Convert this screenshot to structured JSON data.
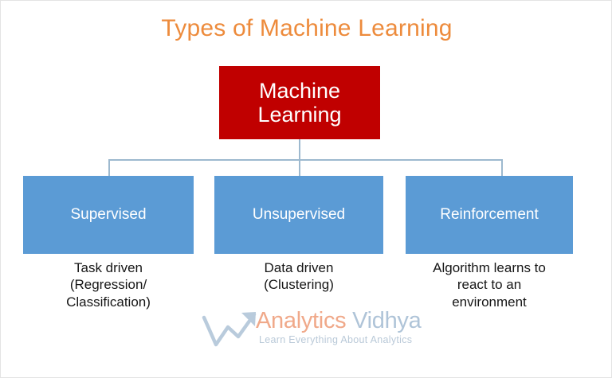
{
  "diagram": {
    "title": "Types of Machine Learning",
    "title_color": "#ED8B3C",
    "background_color": "#FFFFFF",
    "root": {
      "label": "Machine\nLearning",
      "fill_color": "#C00000",
      "text_color": "#FFFFFF"
    },
    "connector_color": "#9DB9CF",
    "branches": [
      {
        "label": "Supervised",
        "caption": "Task driven\n(Regression/\nClassification)",
        "fill_color": "#5B9BD5",
        "text_color": "#FFFFFF",
        "caption_color": "#161616"
      },
      {
        "label": "Unsupervised",
        "caption": "Data driven\n(Clustering)",
        "fill_color": "#5B9BD5",
        "text_color": "#FFFFFF",
        "caption_color": "#161616"
      },
      {
        "label": "Reinforcement",
        "caption": "Algorithm learns to\nreact to an\nenvironment",
        "fill_color": "#5B9BD5",
        "text_color": "#FFFFFF",
        "caption_color": "#161616"
      }
    ]
  },
  "watermark": {
    "brand_primary": "Analytics",
    "brand_secondary": "Vidhya",
    "tagline": "Learn Everything About Analytics",
    "primary_color": "#F0A98A",
    "secondary_color": "#AFC4D8",
    "arrow_icon": "growth-arrow-icon"
  }
}
